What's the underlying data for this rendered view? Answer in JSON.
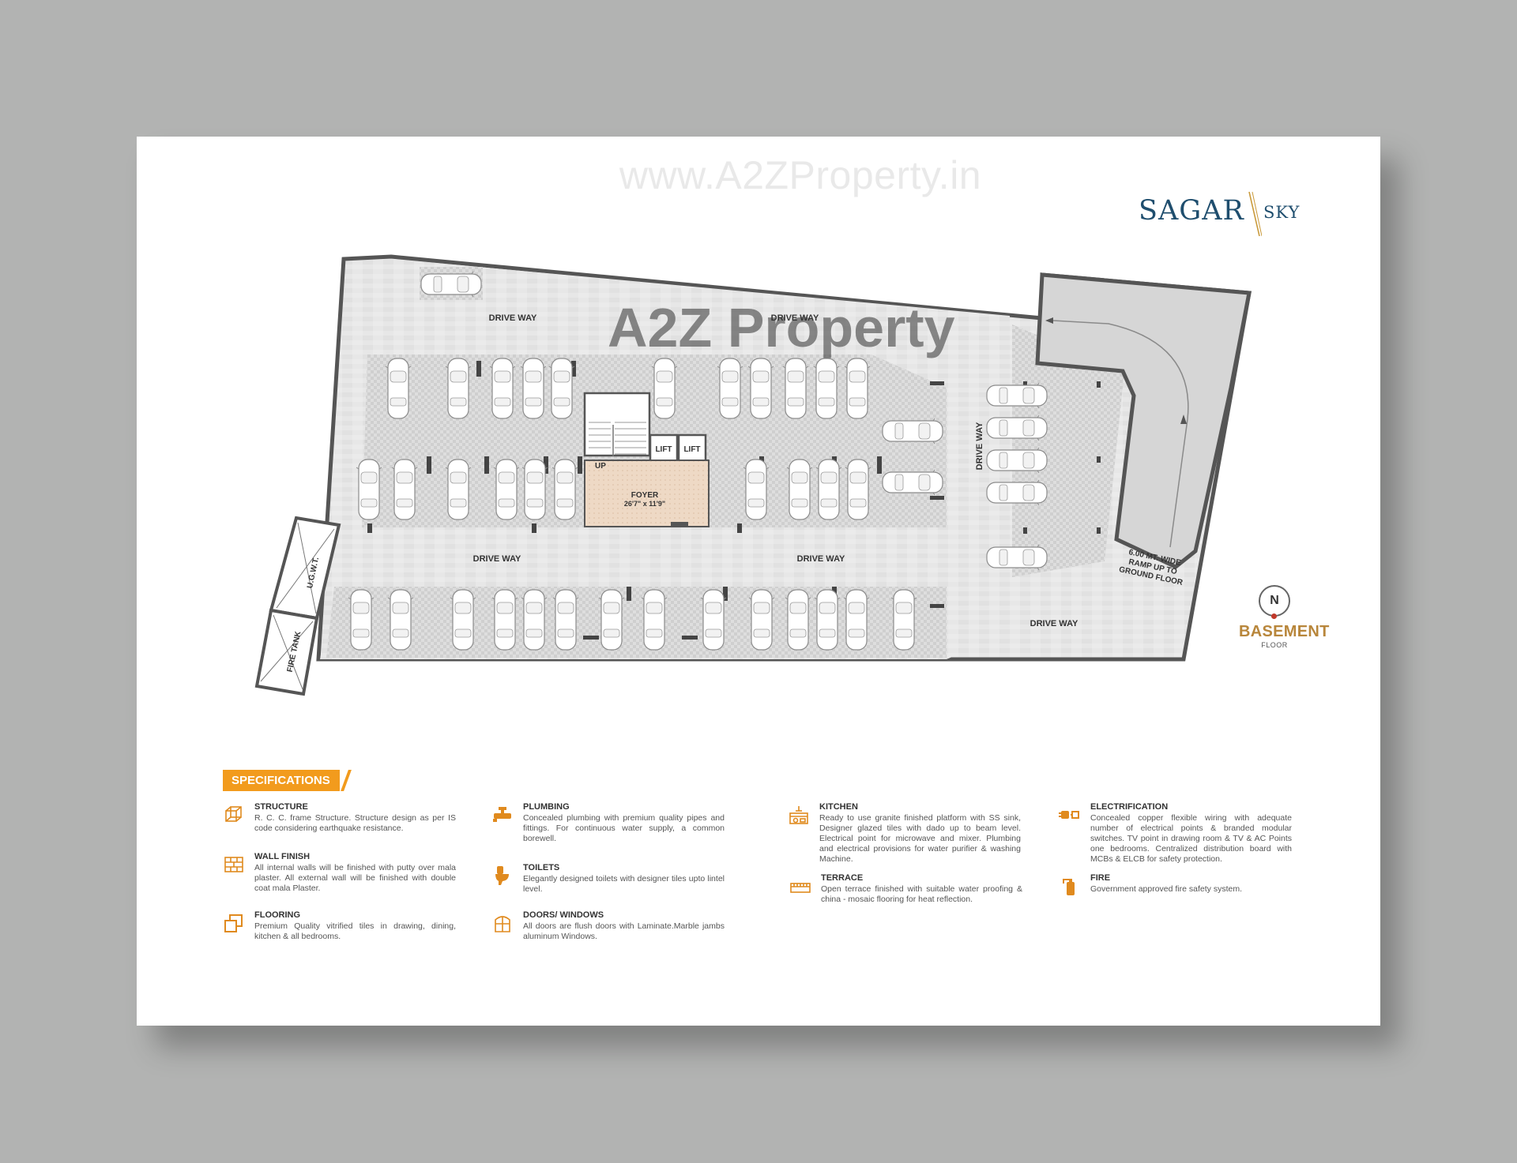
{
  "watermark": "www.A2ZProperty.in",
  "watermark_logo": "A2Z Property",
  "logo": {
    "brand": "SAGAR",
    "sub": "SKY"
  },
  "compass": {
    "letter": "N",
    "floor": "BASEMENT",
    "floor_sub": "FLOOR"
  },
  "plan_labels": {
    "driveway": "DRIVE WAY",
    "lift": "LIFT",
    "up": "UP",
    "foyer": "FOYER",
    "foyer_size": "26'7\" x 11'9\"",
    "ugwt": "U.G.W.T.",
    "fire_tank": "FIRE TANK",
    "ramp_1": "6.00 MT. WIDE",
    "ramp_2": "RAMP UP TO",
    "ramp_3": "GROUND FLOOR"
  },
  "specifications": {
    "title": "SPECIFICATIONS",
    "items": [
      {
        "icon": "structure-icon",
        "title": "STRUCTURE",
        "text": "R. C. C. frame Structure. Structure design as per IS code considering earthquake resistance."
      },
      {
        "icon": "brick-wall-icon",
        "title": "WALL FINISH",
        "text": "All internal walls will be finished with putty over mala plaster. All external wall will be finished with double coat mala Plaster."
      },
      {
        "icon": "floor-tiles-icon",
        "title": "FLOORING",
        "text": "Premium Quality vitrified tiles in drawing, dining, kitchen & all bedrooms."
      },
      {
        "icon": "faucet-icon",
        "title": "PLUMBING",
        "text": "Concealed plumbing with premium quality pipes and fittings. For continuous water supply, a common borewell."
      },
      {
        "icon": "toilet-icon",
        "title": "TOILETS",
        "text": "Elegantly designed toilets with designer tiles upto lintel level."
      },
      {
        "icon": "door-window-icon",
        "title": "DOORS/ WINDOWS",
        "text": "All doors are flush doors with Laminate.Marble jambs aluminum Windows."
      },
      {
        "icon": "kitchen-icon",
        "title": "KITCHEN",
        "text": "Ready to use granite finished platform with SS sink, Designer glazed tiles with dado up to beam level. Electrical point for microwave and mixer. Plumbing and electrical provisions for water purifier & washing Machine."
      },
      {
        "icon": "terrace-icon",
        "title": "TERRACE",
        "text": "Open terrace finished with suitable water proofing & china - mosaic flooring for heat reflection."
      },
      {
        "icon": "plug-icon",
        "title": "ELECTRIFICATION",
        "text": "Concealed copper flexible wiring with adequate number of electrical points & branded modular switches. TV point in drawing room & TV & AC Points one bedrooms. Centralized distribution board with MCBs & ELCB for safety protection."
      },
      {
        "icon": "fire-extinguisher-icon",
        "title": "FIRE",
        "text": "Government approved fire safety system."
      }
    ]
  }
}
